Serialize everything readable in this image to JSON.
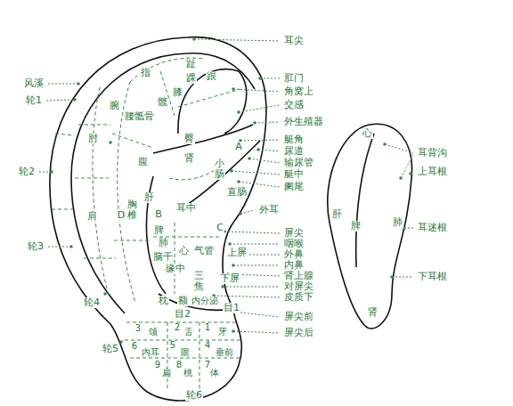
{
  "diagram": {
    "labels": [
      "耳尖",
      "肛门",
      "角窝上",
      "交感",
      "外生殖器",
      "艇角",
      "尿道",
      "输尿管",
      "艇中",
      "阑尾",
      "外耳",
      "屏尖",
      "咽喉",
      "外鼻",
      "内鼻",
      "肾上腺",
      "对屏尖",
      "皮质下",
      "屏尖前",
      "屏尖后",
      "风溪",
      "轮1",
      "轮2",
      "轮3",
      "轮4",
      "轮5",
      "轮6",
      "指",
      "趾",
      "跟",
      "踝",
      "膝",
      "腕",
      "髋",
      "腰骶骨",
      "肘",
      "臀",
      "腹",
      "肾",
      "小肠",
      "直肠",
      "肝",
      "胸椎",
      "D",
      "肩",
      "B",
      "耳中",
      "A",
      "C",
      "脾",
      "肺",
      "心",
      "气管",
      "上屏",
      "脑干",
      "缘中",
      "三焦",
      "下屏",
      "枕",
      "额",
      "内分泌",
      "目1",
      "目2",
      "3",
      "颌",
      "2",
      "舌",
      "1",
      "牙",
      "6",
      "内耳",
      "5",
      "眼",
      "4",
      "垂前",
      "9",
      "扁",
      "8",
      "桃",
      "7",
      "体",
      "心",
      "耳背沟",
      "上耳根",
      "肝",
      "脾",
      "肺",
      "耳迷根",
      "下耳根",
      "肾"
    ]
  }
}
